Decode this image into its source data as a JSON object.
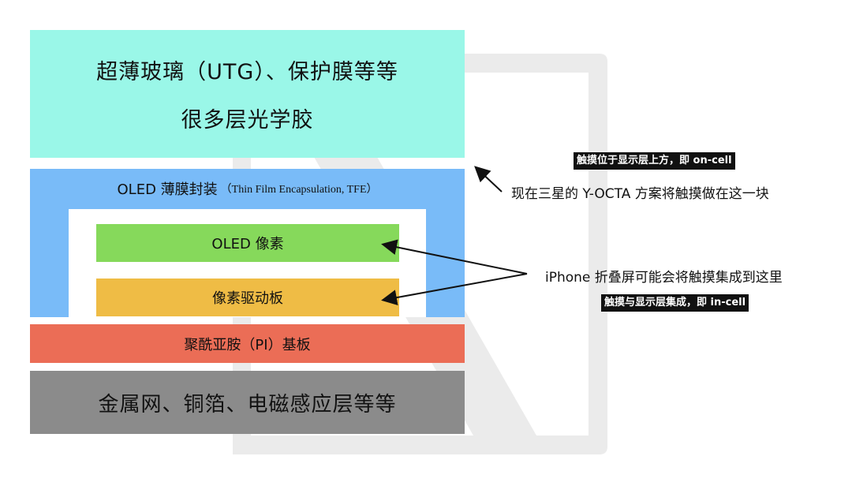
{
  "layers": {
    "utg_line1": "超薄玻璃（UTG）、保护膜等等",
    "utg_line2": "很多层光学胶",
    "tfe_main": "OLED 薄膜封装",
    "tfe_sub": "（Thin Film Encapsulation, TFE）",
    "oled_pixel": "OLED 像素",
    "pixel_driver": "像素驱动板",
    "pi_substrate": "聚酰亚胺（PI）基板",
    "metal": "金属网、铜箔、电磁感应层等等"
  },
  "annotations": {
    "oncell_badge": "触摸位于显示层上方，即 on-cell",
    "oncell_note": "现在三星的 Y-OCTA 方案将触摸做在这一块",
    "incell_note": "iPhone 折叠屏可能会将触摸集成到这里",
    "incell_badge": "触摸与显示层集成，即 in-cell"
  },
  "colors": {
    "utg": "#9af7e8",
    "tfe": "#79bbf8",
    "oled_pixel": "#86d95b",
    "pixel_driver": "#efbc45",
    "pi_substrate": "#eb6d56",
    "metal": "#8b8b8b"
  }
}
